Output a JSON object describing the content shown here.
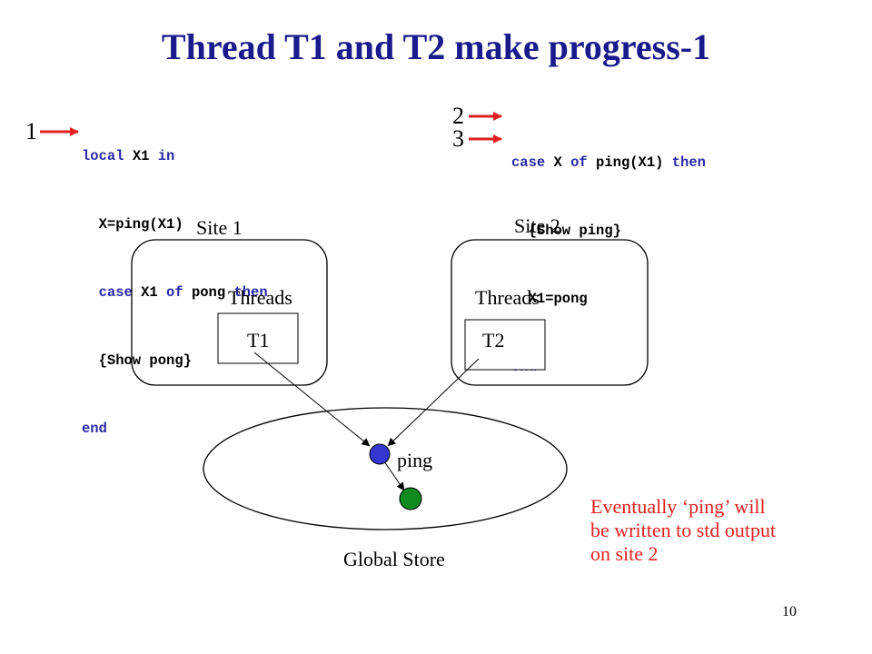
{
  "title": "Thread T1 and T2 make progress-1",
  "code_site1": {
    "marker": "1",
    "lines": [
      {
        "k1": "local",
        "t1": " X1 ",
        "k2": "in",
        "t2": "",
        "k3": "",
        "t3": ""
      },
      {
        "k1": "",
        "t1": "  X=ping(X1)",
        "k2": "",
        "t2": "",
        "k3": "",
        "t3": ""
      },
      {
        "k1": "  case",
        "t1": " X1 ",
        "k2": "of",
        "t2": " pong ",
        "k3": "then",
        "t3": ""
      },
      {
        "k1": "",
        "t1": "  {Show pong}",
        "k2": "",
        "t2": "",
        "k3": "",
        "t3": ""
      },
      {
        "k1": "end",
        "t1": "",
        "k2": "",
        "t2": "",
        "k3": "",
        "t3": ""
      }
    ]
  },
  "code_site2": {
    "markers": [
      "2",
      "3"
    ],
    "lines": [
      {
        "k1": "case",
        "t1": " X ",
        "k2": "of",
        "t2": " ping(X1) ",
        "k3": "then",
        "t3": ""
      },
      {
        "k1": "",
        "t1": "  {Show ping}",
        "k2": "",
        "t2": "",
        "k3": "",
        "t3": ""
      },
      {
        "k1": "",
        "t1": "  X1=pong",
        "k2": "",
        "t2": "",
        "k3": "",
        "t3": ""
      },
      {
        "k1": "end",
        "t1": "",
        "k2": "",
        "t2": "",
        "k3": "",
        "t3": ""
      }
    ]
  },
  "site1": {
    "label": "Site 1",
    "threads_label": "Threads",
    "thread": "T1"
  },
  "site2": {
    "label": "Site 2",
    "threads_label": "Threads",
    "thread": "T2"
  },
  "store": {
    "label": "Global Store",
    "value_label": "ping"
  },
  "note": [
    "Eventually ‘ping’ will",
    "be written to std output",
    "on site 2"
  ],
  "page_number": "10",
  "colors": {
    "title": "#1a1a8c",
    "keyword": "#2a2aa8",
    "arrow": "#e02020",
    "note": "#e02020",
    "node_ping": "#3535d0",
    "node_value": "#0f8a1f"
  }
}
